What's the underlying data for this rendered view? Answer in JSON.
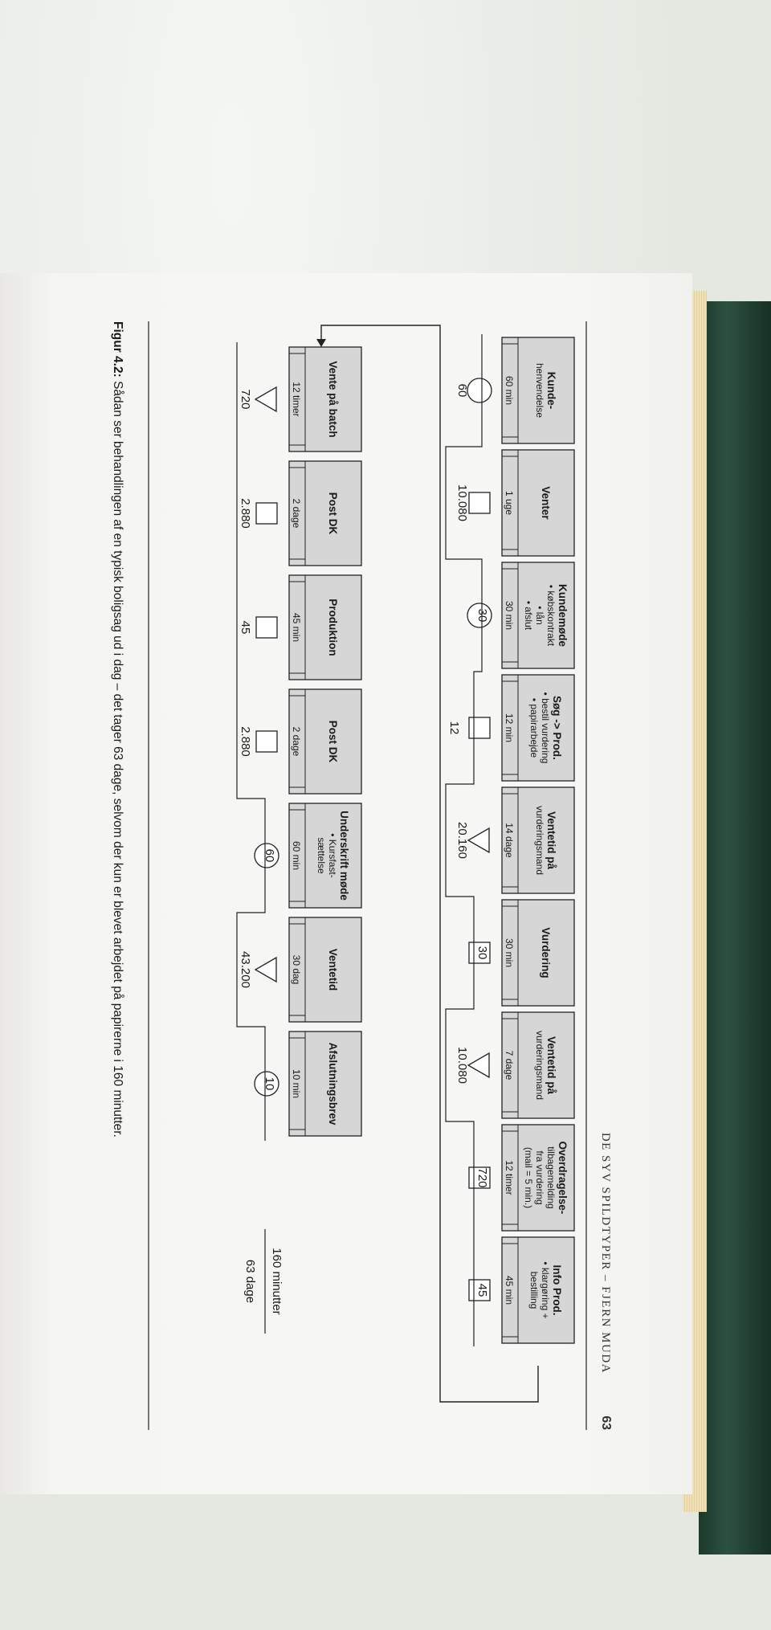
{
  "header": {
    "title": "DE SYV SPILDTYPER – FJERN MUDA",
    "page_number": "63"
  },
  "top_row": [
    {
      "lines": [
        "Kunde-",
        "henvendelse"
      ],
      "time": "60 min",
      "symbol": "circle",
      "value": "60"
    },
    {
      "lines": [
        "Venter"
      ],
      "time": "1 uge",
      "symbol": "square",
      "value": "10.080"
    },
    {
      "lines": [
        "Kundemøde",
        "• købskontrakt",
        "• lån",
        "• afslut"
      ],
      "time": "30 min",
      "symbol": "circle",
      "value": "30"
    },
    {
      "lines": [
        "Søg -> Prod.",
        "• bestil vurdering",
        "• papirarbejde"
      ],
      "time": "12 min",
      "symbol": "square",
      "value": "12"
    },
    {
      "lines": [
        "Ventetid på",
        "vurderingsmand"
      ],
      "time": "14 dage",
      "symbol": "triangle",
      "value": "20.160"
    },
    {
      "lines": [
        "Vurdering"
      ],
      "time": "30 min",
      "symbol": "square",
      "value": "30"
    },
    {
      "lines": [
        "Ventetid på",
        "vurderingsmand"
      ],
      "time": "7 dage",
      "symbol": "triangle",
      "value": "10.080"
    },
    {
      "lines": [
        "Overdragelse-",
        "tilbagemelding",
        "fra vurdering",
        "(mail = 5 min.)"
      ],
      "time": "12 timer",
      "symbol": "square",
      "value": "720"
    },
    {
      "lines": [
        "Info Prod.",
        "• klargøring +",
        "bestilling"
      ],
      "time": "45 min",
      "symbol": "square",
      "value": "45"
    }
  ],
  "bottom_row": [
    {
      "lines": [
        "Vente på batch"
      ],
      "time": "12 timer",
      "symbol": "triangle",
      "value": "720"
    },
    {
      "lines": [
        "Post DK"
      ],
      "time": "2 dage",
      "symbol": "square",
      "value": "2.880"
    },
    {
      "lines": [
        "Produktion"
      ],
      "time": "45 min",
      "symbol": "square",
      "value": "45"
    },
    {
      "lines": [
        "Post DK"
      ],
      "time": "2 dage",
      "symbol": "square",
      "value": "2.880"
    },
    {
      "lines": [
        "Underskrift møde",
        "• Kursfast-",
        "sættelse"
      ],
      "time": "60 min",
      "symbol": "circle",
      "value": "60"
    },
    {
      "lines": [
        "Ventetid"
      ],
      "time": "30 dag",
      "symbol": "triangle",
      "value": "43.200"
    },
    {
      "lines": [
        "Afslutningsbrev"
      ],
      "time": "10 min",
      "symbol": "circle",
      "value": "10"
    }
  ],
  "summary": {
    "minutes": "160 minutter",
    "days": "63 dage"
  },
  "caption": {
    "label": "Figur 4.2:",
    "text": " Sådan ser behandlingen af en typisk boligsag ud i dag – det tager 63 dage, selvom der kun er blevet arbejdet på papirerne i 160 minutter."
  },
  "colors": {
    "box_fill": "#d6d6d6",
    "line": "#222222",
    "page": "#f6f6f4",
    "cover": "#244a36"
  }
}
